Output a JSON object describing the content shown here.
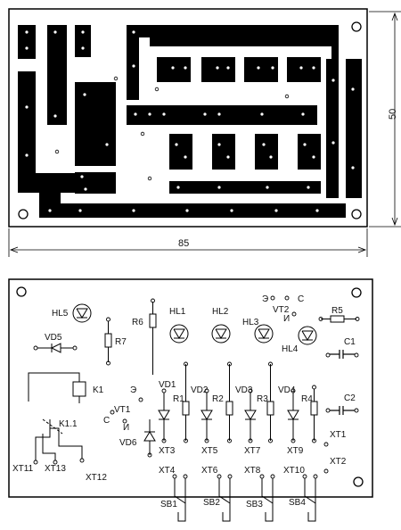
{
  "pcb": {
    "dimensions": {
      "width": "85",
      "height": "50"
    }
  },
  "schematic": {
    "labels": {
      "HL5": "HL5",
      "HL1": "HL1",
      "HL2": "HL2",
      "HL3": "HL3",
      "HL4": "HL4",
      "R1": "R1",
      "R2": "R2",
      "R3": "R3",
      "R4": "R4",
      "R5": "R5",
      "R6": "R6",
      "R7": "R7",
      "C1": "C1",
      "C2": "C2",
      "VD1": "VD1",
      "VD2": "VD2",
      "VD3": "VD3",
      "VD4": "VD4",
      "VD5": "VD5",
      "VD6": "VD6",
      "VT1": "VT1",
      "VT2": "VT2",
      "K1": "K1",
      "K11": "K1.1",
      "XT1": "XT1",
      "XT2": "XT2",
      "XT3": "XT3",
      "XT4": "XT4",
      "XT5": "XT5",
      "XT6": "XT6",
      "XT7": "XT7",
      "XT8": "XT8",
      "XT9": "XT9",
      "XT10": "XT10",
      "XT11": "XT11",
      "XT12": "XT12",
      "XT13": "XT13",
      "SB1": "SB1",
      "SB2": "SB2",
      "SB3": "SB3",
      "SB4": "SB4",
      "vt1_e": "Э",
      "vt1_c": "C",
      "vt1_i": "И",
      "vt2_e": "Э",
      "vt2_c": "С",
      "vt2_i": "И"
    }
  }
}
